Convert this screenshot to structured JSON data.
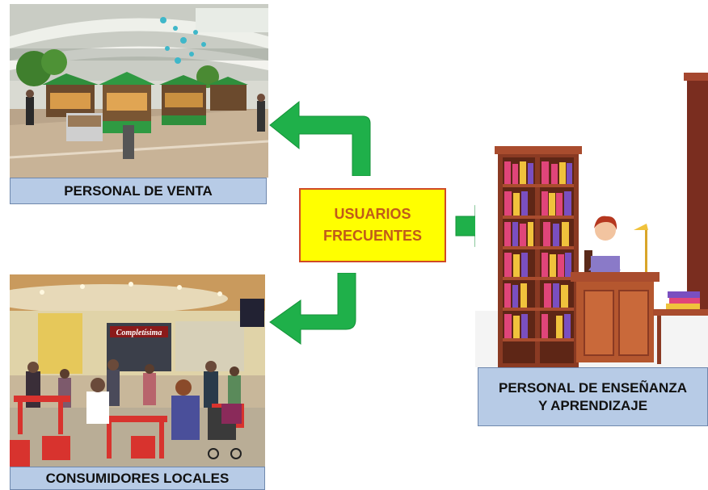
{
  "center_box": {
    "line1": "USUARIOS",
    "line2": "FRECUENTES"
  },
  "panels": {
    "sales": {
      "label": "PERSONAL DE VENTA"
    },
    "consumers": {
      "label": "CONSUMIDORES LOCALES"
    },
    "teaching": {
      "line1": "PERSONAL DE ENSEÑANZA",
      "line2": "Y APRENDIZAJE"
    }
  },
  "food_court_sign": "Completísima",
  "colors": {
    "arrow": "#1fb04a",
    "center_fill": "#ffff00",
    "center_border": "#d04a26",
    "center_text": "#c05a1a",
    "caption_fill": "#b7cbe6"
  }
}
